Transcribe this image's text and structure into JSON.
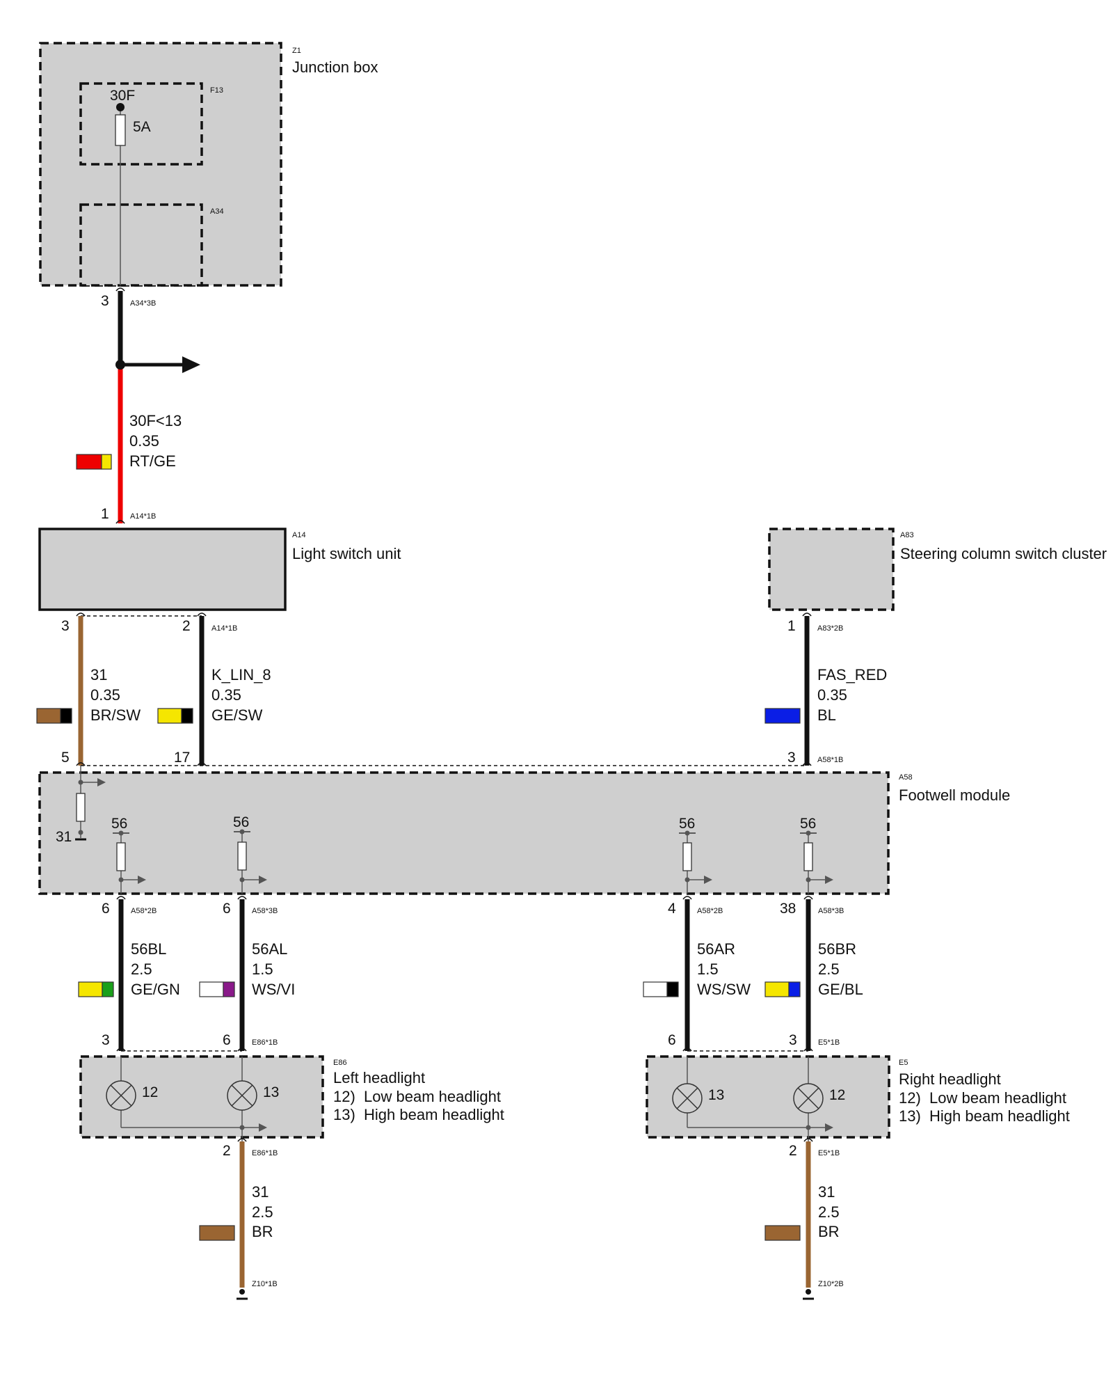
{
  "components": {
    "z1": {
      "id": "Z1",
      "name": "Junction box"
    },
    "f13": {
      "id": "F13",
      "terminal": "30F",
      "rating": "5A"
    },
    "a34": {
      "id": "A34"
    },
    "a14": {
      "id": "A14",
      "name": "Light switch unit"
    },
    "a83": {
      "id": "A83",
      "name": "Steering column switch cluster"
    },
    "a58": {
      "id": "A58",
      "name": "Footwell module"
    },
    "e86": {
      "id": "E86",
      "name": "Left headlight",
      "line1": "12)  Low beam headlight",
      "line2": "13)  High beam headlight",
      "lamp_a": "12",
      "lamp_b": "13"
    },
    "e5": {
      "id": "E5",
      "name": "Right headlight",
      "line1": "12)  Low beam headlight",
      "line2": "13)  High beam headlight",
      "lamp_a": "13",
      "lamp_b": "12"
    }
  },
  "pins": {
    "a34_3": {
      "num": "3",
      "conn": "A34*3B"
    },
    "a14_1": {
      "num": "1",
      "conn": "A14*1B"
    },
    "a14_3": {
      "num": "3"
    },
    "a14_2": {
      "num": "2",
      "conn": "A14*1B"
    },
    "a83_1": {
      "num": "1",
      "conn": "A83*2B"
    },
    "a58_5": {
      "num": "5"
    },
    "a58_17": {
      "num": "17"
    },
    "a58_3": {
      "num": "3",
      "conn": "A58*1B"
    },
    "a58_31": {
      "num": "31"
    },
    "fm_56": [
      "56",
      "56",
      "56",
      "56"
    ],
    "a58_6a": {
      "num": "6",
      "conn": "A58*2B"
    },
    "a58_6b": {
      "num": "6",
      "conn": "A58*3B"
    },
    "a58_4": {
      "num": "4",
      "conn": "A58*2B"
    },
    "a58_38": {
      "num": "38",
      "conn": "A58*3B"
    },
    "e86_3": {
      "num": "3"
    },
    "e86_6": {
      "num": "6",
      "conn": "E86*1B"
    },
    "e5_6": {
      "num": "6"
    },
    "e5_3": {
      "num": "3",
      "conn": "E5*1B"
    },
    "e86_2": {
      "num": "2",
      "conn": "E86*1B"
    },
    "e5_2": {
      "num": "2",
      "conn": "E5*1B"
    },
    "gnd_l": {
      "conn": "Z10*1B"
    },
    "gnd_r": {
      "conn": "Z10*2B"
    }
  },
  "wires": {
    "w30f": {
      "signal": "30F<13",
      "size": "0.35",
      "color": "RT/GE",
      "c1": "#ee0000",
      "c2": "#f5e600"
    },
    "w31": {
      "signal": "31",
      "size": "0.35",
      "color": "BR/SW",
      "c1": "#9a6532",
      "c2": "#000000"
    },
    "wklin": {
      "signal": "K_LIN_8",
      "size": "0.35",
      "color": "GE/SW",
      "c1": "#f5e600",
      "c2": "#000000"
    },
    "wfas": {
      "signal": "FAS_RED",
      "size": "0.35",
      "color": "BL",
      "c1": "#0a1ee6",
      "c2": "#0a1ee6"
    },
    "w56bl": {
      "signal": "56BL",
      "size": "2.5",
      "color": "GE/GN",
      "c1": "#f5e600",
      "c2": "#1aa01a"
    },
    "w56al": {
      "signal": "56AL",
      "size": "1.5",
      "color": "WS/VI",
      "c1": "#ffffff",
      "c2": "#8a1a8a"
    },
    "w56ar": {
      "signal": "56AR",
      "size": "1.5",
      "color": "WS/SW",
      "c1": "#ffffff",
      "c2": "#000000"
    },
    "w56br": {
      "signal": "56BR",
      "size": "2.5",
      "color": "GE/BL",
      "c1": "#f5e600",
      "c2": "#0a1ee6"
    },
    "wgndl": {
      "signal": "31",
      "size": "2.5",
      "color": "BR",
      "c1": "#9a6532",
      "c2": "#9a6532"
    },
    "wgndr": {
      "signal": "31",
      "size": "2.5",
      "color": "BR",
      "c1": "#9a6532",
      "c2": "#9a6532"
    }
  }
}
